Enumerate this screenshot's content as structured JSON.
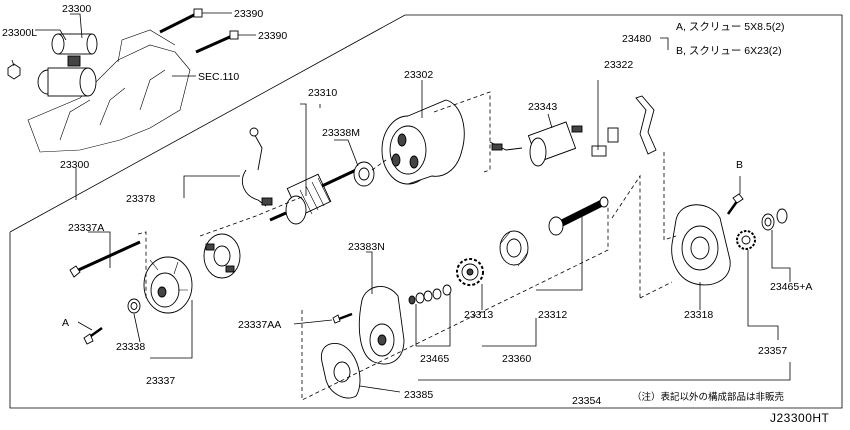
{
  "diagram": {
    "code": "J23300HT",
    "note": "（注）表記以外の構成部品は非販売",
    "screw_legend": {
      "part": "23480",
      "line_a": "A, スクリュー 5X8.5(2)",
      "line_b": "B, スクリュー 6X23(2)"
    },
    "callouts": [
      {
        "key": "23300",
        "text": "23300"
      },
      {
        "key": "23300L",
        "text": "23300L"
      },
      {
        "key": "23390a",
        "text": "23390"
      },
      {
        "key": "23390b",
        "text": "23390"
      },
      {
        "key": "sec110",
        "text": "SEC.110"
      },
      {
        "key": "23300b",
        "text": "23300"
      },
      {
        "key": "23310",
        "text": "23310"
      },
      {
        "key": "23338M",
        "text": "23338M"
      },
      {
        "key": "23302",
        "text": "23302"
      },
      {
        "key": "23343",
        "text": "23343"
      },
      {
        "key": "23322",
        "text": "23322"
      },
      {
        "key": "23378",
        "text": "23378"
      },
      {
        "key": "23337A",
        "text": "23337A"
      },
      {
        "key": "A",
        "text": "A"
      },
      {
        "key": "23338",
        "text": "23338"
      },
      {
        "key": "23337",
        "text": "23337"
      },
      {
        "key": "23383N",
        "text": "23383N"
      },
      {
        "key": "23337AA",
        "text": "23337AA"
      },
      {
        "key": "23385",
        "text": "23385"
      },
      {
        "key": "23465",
        "text": "23465"
      },
      {
        "key": "23313",
        "text": "23313"
      },
      {
        "key": "23312",
        "text": "23312"
      },
      {
        "key": "23360",
        "text": "23360"
      },
      {
        "key": "23354",
        "text": "23354"
      },
      {
        "key": "B",
        "text": "B"
      },
      {
        "key": "23318",
        "text": "23318"
      },
      {
        "key": "23465A",
        "text": "23465+A"
      },
      {
        "key": "23357",
        "text": "23357"
      }
    ]
  }
}
